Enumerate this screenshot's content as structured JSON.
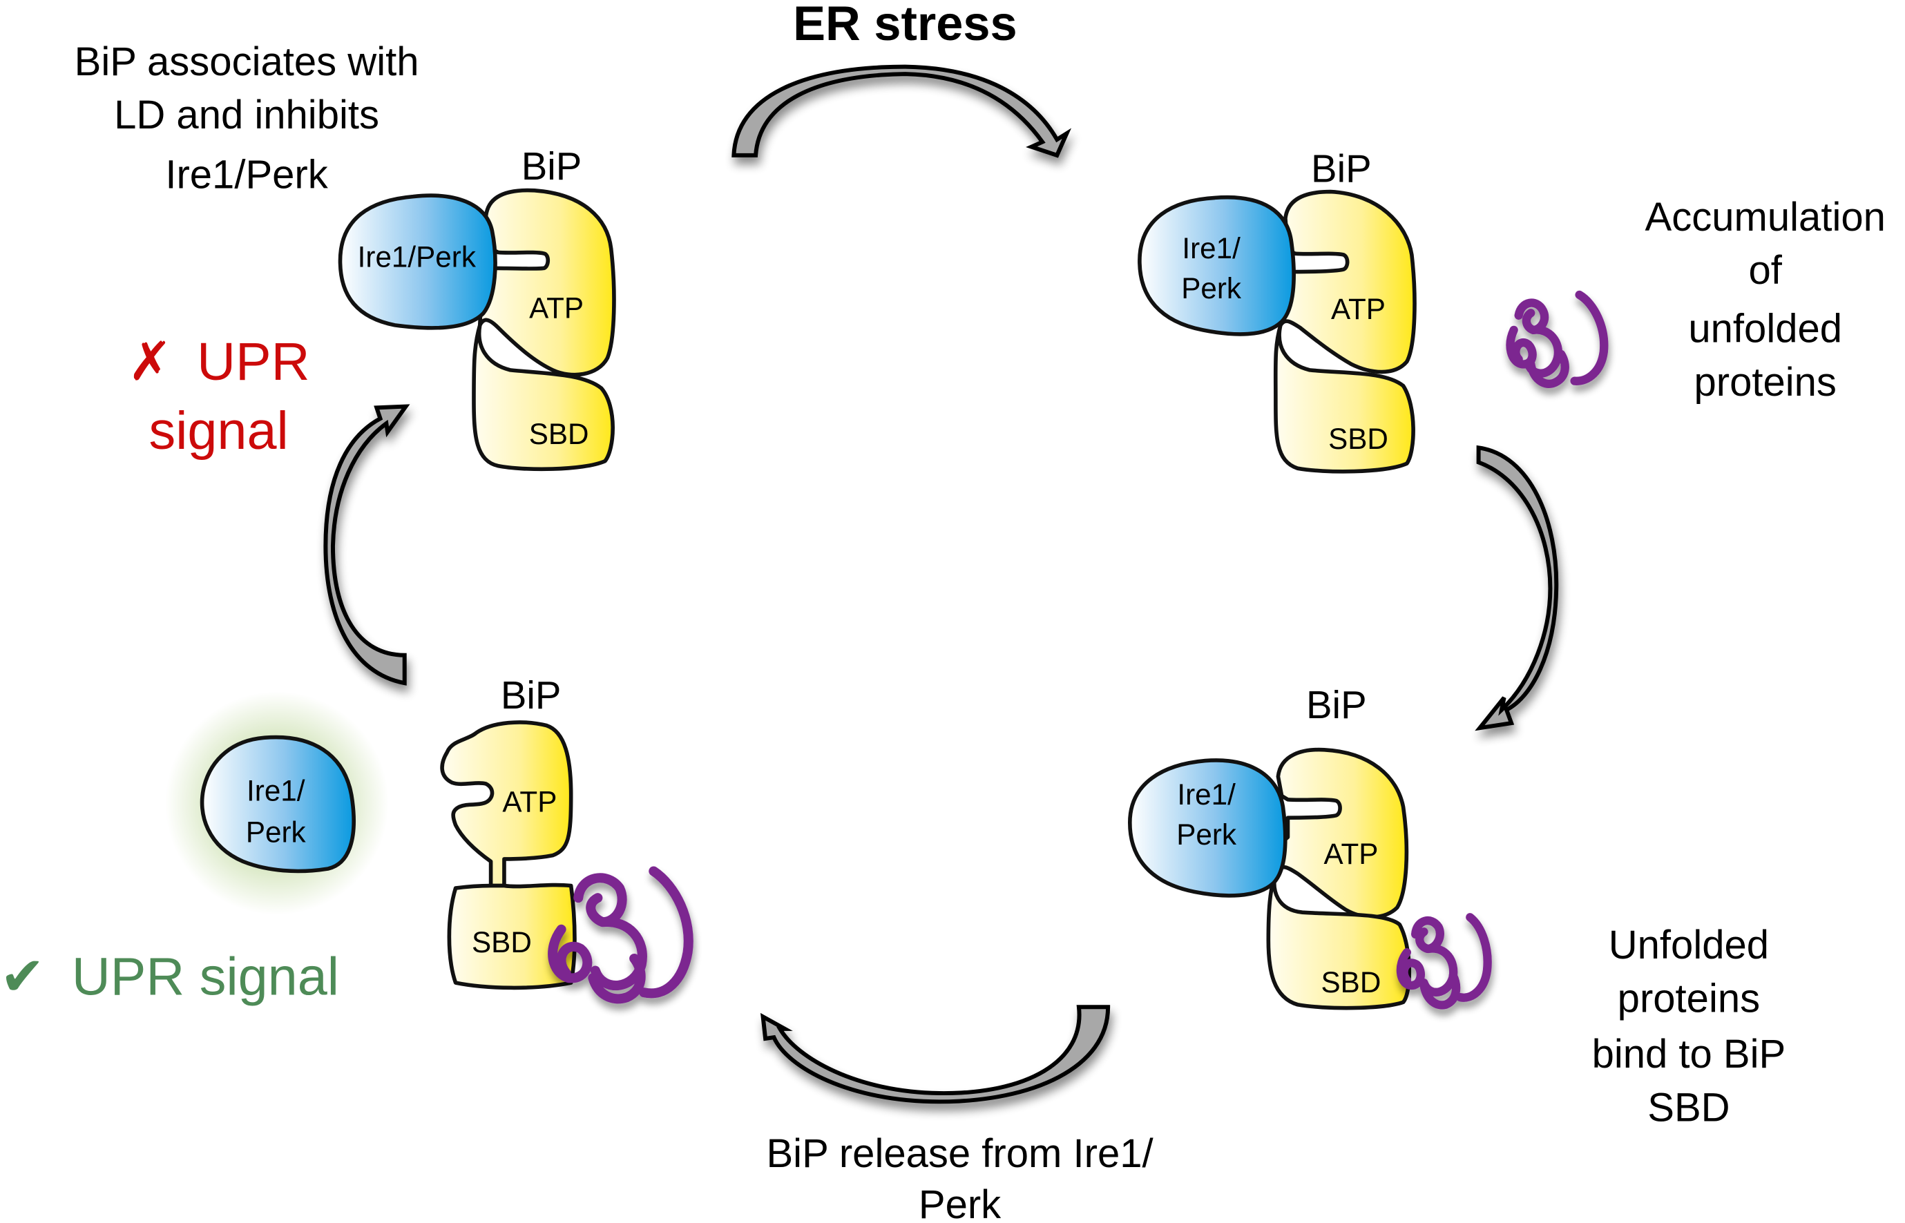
{
  "title": "ER stress",
  "colors": {
    "ire1_gradient_end": "#0a9ae0",
    "bip_gradient_end": "#ffe81a",
    "protein": "#7b2590",
    "arrow_fill": "#a8a8a8",
    "no_signal": "#cc0a0a",
    "signal": "#4e8b57",
    "glow": "#d9e8c4"
  },
  "states": {
    "top_left": {
      "caption": [
        "BiP associates with",
        "LD and inhibits",
        "Ire1/Perk"
      ],
      "bip_label": "BiP",
      "ire1_label": [
        "Ire1/Perk"
      ],
      "atp_label": "ATP",
      "sbd_label": "SBD",
      "status": {
        "icon": "✗",
        "lines": [
          "UPR",
          "signal"
        ]
      }
    },
    "top_right": {
      "caption": [
        "Accumulation",
        "of",
        "unfolded",
        "proteins"
      ],
      "bip_label": "BiP",
      "ire1_label": [
        "Ire1/",
        "Perk"
      ],
      "atp_label": "ATP",
      "sbd_label": "SBD"
    },
    "bottom_right": {
      "caption": [
        "Unfolded",
        "proteins",
        "bind to BiP",
        "SBD"
      ],
      "bip_label": "BiP",
      "ire1_label": [
        "Ire1/",
        "Perk"
      ],
      "atp_label": "ATP",
      "sbd_label": "SBD"
    },
    "bottom_left": {
      "bip_label": "BiP",
      "ire1_label": [
        "Ire1/",
        "Perk"
      ],
      "atp_label": "ATP",
      "sbd_label": "SBD",
      "status": {
        "icon": "✔",
        "text": "UPR signal"
      }
    }
  },
  "transitions": {
    "bottom": [
      "BiP release from Ire1/",
      "Perk"
    ]
  }
}
